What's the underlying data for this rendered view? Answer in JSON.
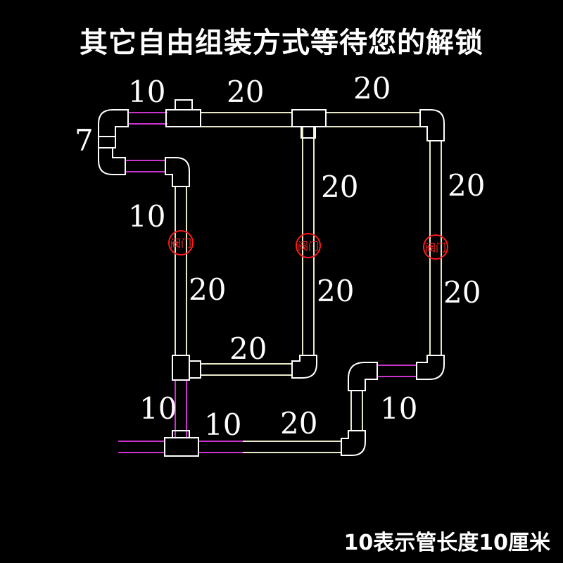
{
  "title": "其它自由组装方式等待您的解锁",
  "legend": "10表示管长度10厘米",
  "valve_label": "阀门",
  "lengths": {
    "top_left": "10",
    "top_mid": "20",
    "top_right": "20",
    "left_small": "7",
    "left_vertical": "10",
    "mid_vertical_upper": "20",
    "right_vertical_upper": "20",
    "left_vertical_lower": "20",
    "mid_vertical_lower": "20",
    "right_vertical_lower": "20",
    "bottom_mid_horizontal": "20",
    "bottom_left_vertical": "10",
    "bottom_left_horizontal": "10",
    "bottom_horizontal": "20",
    "bottom_right_vertical": "10"
  },
  "colors": {
    "pipe": "#e8e8c8",
    "pipe_alt": "#cc33cc",
    "valve": "#ff1a1a"
  }
}
